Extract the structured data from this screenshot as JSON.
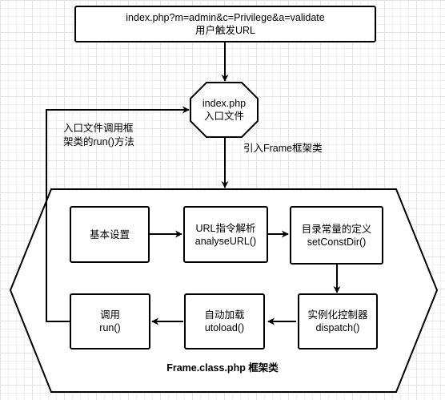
{
  "request": {
    "line1": "index.php?m=admin&c=Privilege&a=validate",
    "line2": "用户触发URL"
  },
  "entry": {
    "line1": "index.php",
    "line2": "入口文件"
  },
  "load_label": "引入Frame框架类",
  "call_label": {
    "line1": "入口文件调用框",
    "line2": "架类的run()方法"
  },
  "frame_label": "Frame.class.php 框架类",
  "steps": [
    {
      "line1": "基本设置",
      "line2": ""
    },
    {
      "line1": "URL指令解析",
      "line2": "analyseURL()"
    },
    {
      "line1": "目录常量的定义",
      "line2": "setConstDir()"
    },
    {
      "line1": "实例化控制器",
      "line2": "dispatch()"
    },
    {
      "line1": "自动加载",
      "line2": "utoload()"
    },
    {
      "line1": "调用",
      "line2": "run()"
    }
  ]
}
